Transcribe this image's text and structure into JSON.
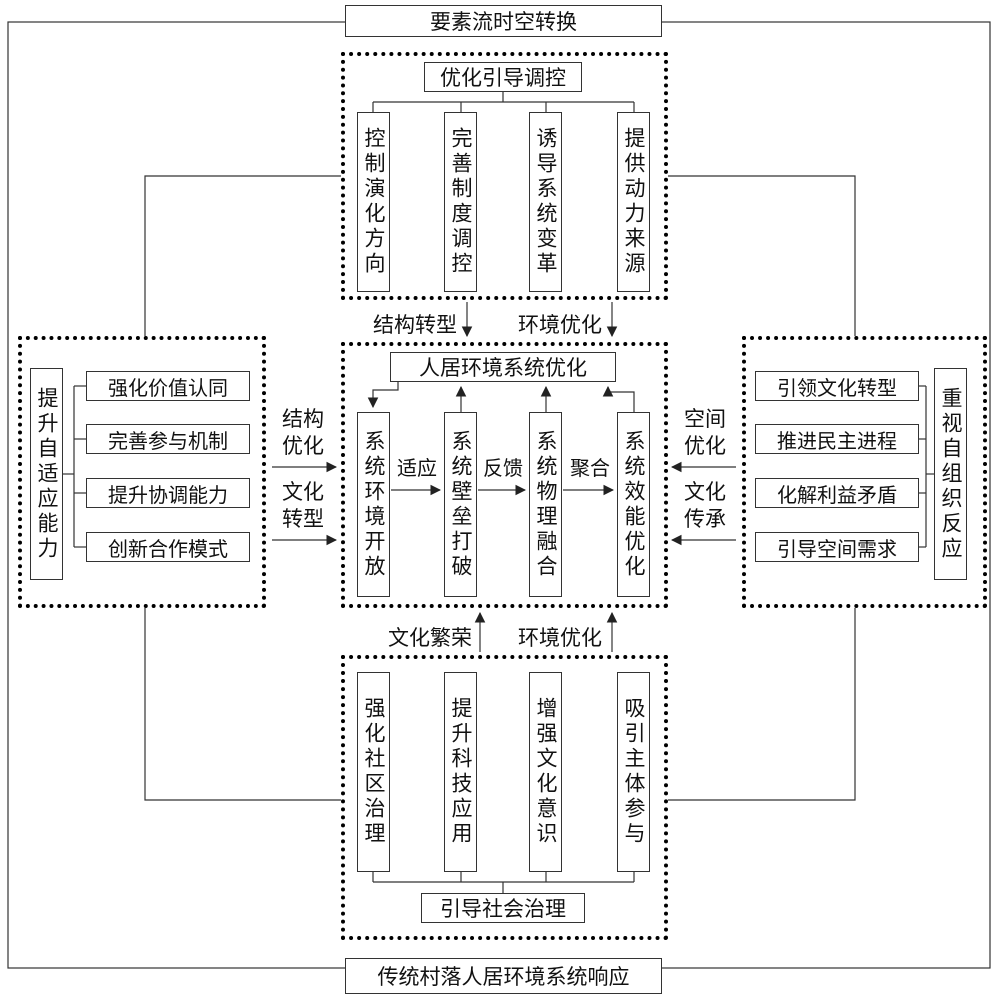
{
  "outer": {
    "top_label": "要素流时空转换",
    "bottom_label": "传统村落人居环境系统响应"
  },
  "top_panel": {
    "title": "优化引导调控",
    "items": [
      "控制演化方向",
      "完善制度调控",
      "诱导系统变革",
      "提供动力来源"
    ]
  },
  "middle_panel": {
    "title": "人居环境系统优化",
    "items": [
      "系统环境开放",
      "系统壁垒打破",
      "系统物理融合",
      "系统效能优化"
    ],
    "flow_labels": [
      "适应",
      "反馈",
      "聚合"
    ]
  },
  "left_panel": {
    "side_label": "提升自适应能力",
    "items": [
      "强化价值认同",
      "完善参与机制",
      "提升协调能力",
      "创新合作模式"
    ]
  },
  "right_panel": {
    "items": [
      "引领文化转型",
      "推进民主进程",
      "化解利益矛盾",
      "引导空间需求"
    ],
    "side_label": "重视自组织反应"
  },
  "bottom_panel": {
    "items": [
      "强化社区治理",
      "提升科技应用",
      "增强文化意识",
      "吸引主体参与"
    ],
    "title": "引导社会治理"
  },
  "edge_labels": {
    "top": [
      "结构转型",
      "环境优化"
    ],
    "bottom": [
      "文化繁荣",
      "环境优化"
    ],
    "left": [
      "结构优化",
      "文化转型"
    ],
    "right": [
      "空间优化",
      "文化传承"
    ]
  }
}
